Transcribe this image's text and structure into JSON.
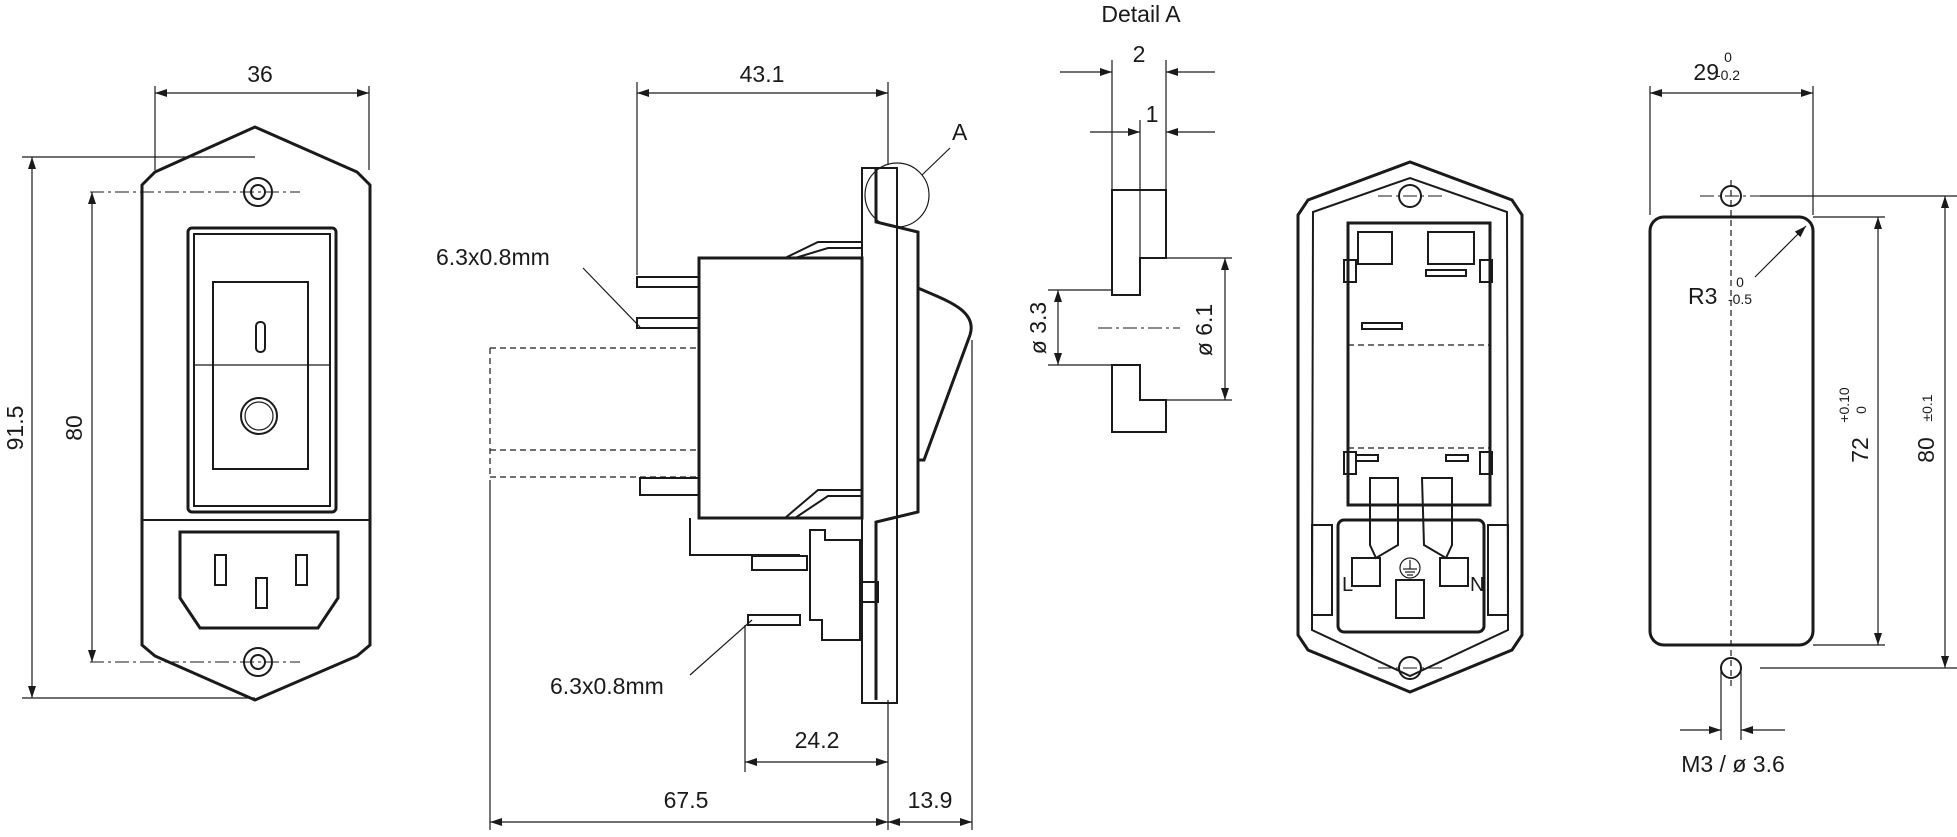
{
  "dims": {
    "front_width": "36",
    "front_height_overall": "91.5",
    "front_hole_spacing": "80",
    "side_depth_top": "43.1",
    "terminal_top": "6.3x0.8mm",
    "terminal_bottom": "6.3x0.8mm",
    "side_depth_lower": "24.2",
    "side_depth_total": "67.5",
    "side_front_depth": "13.9",
    "detail_ref": "A"
  },
  "detail": {
    "title": "Detail A",
    "dim_2": "2",
    "dim_1": "1",
    "dia_inner": "ø 3.3",
    "dia_outer": "ø 6.1"
  },
  "rear": {
    "label_l": "L",
    "label_n": "N"
  },
  "cutout": {
    "width": "29",
    "width_tol_upper": "0",
    "width_tol_lower": "-0.2",
    "radius": "R3",
    "radius_tol_upper": "0",
    "radius_tol_lower": "-0.5",
    "height_72": "72",
    "height_72_tol_upper": "+0.10",
    "height_72_tol_lower": "0",
    "height_80": "80",
    "height_80_tol": "±0.1",
    "hole": "M3 / ø 3.6"
  }
}
